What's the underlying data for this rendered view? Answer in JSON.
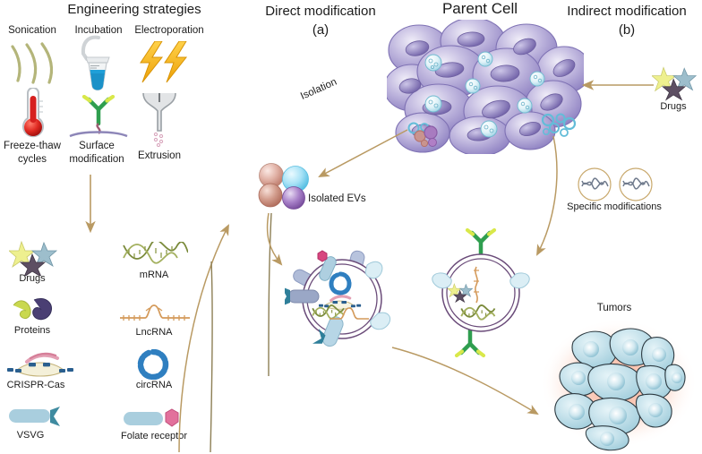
{
  "figure": {
    "title_left": "Engineering  strategies",
    "title_center": "Direct modification",
    "title_center_tag": "(a)",
    "title_parent": "Parent Cell",
    "title_right": "Indirect modification",
    "title_right_tag": "(b)"
  },
  "strategies": [
    {
      "label": "Sonication",
      "icon": "sound-waves-icon"
    },
    {
      "label": "Incubation",
      "icon": "eppendorf-tube-icon"
    },
    {
      "label": "Electroporation",
      "icon": "lightning-bolts-icon"
    },
    {
      "label": "Freeze-thaw\ncycles",
      "line1": "Freeze-thaw",
      "line2": "cycles",
      "icon": "thermometer-icon"
    },
    {
      "label": "Surface\nmodification",
      "line1": "Surface",
      "line2": "modification",
      "icon": "antibody-membrane-icon"
    },
    {
      "label": "Extrusion",
      "icon": "funnel-extruder-icon"
    }
  ],
  "cargo_left": [
    {
      "label": "Drugs",
      "icon": "stars-drugs-icon"
    },
    {
      "label": "Proteins",
      "icon": "protein-blob-icon"
    },
    {
      "label": "CRISPR-Cas",
      "icon": "crispr-cas-icon"
    },
    {
      "label": "VSVG",
      "icon": "vsvg-icon"
    }
  ],
  "cargo_right": [
    {
      "label": "mRNA",
      "icon": "mrna-helix-icon"
    },
    {
      "label": "LncRNA",
      "icon": "lncrna-icon"
    },
    {
      "label": "circRNA",
      "icon": "circrna-icon"
    },
    {
      "label": "Folate receptor",
      "icon": "folate-receptor-icon"
    }
  ],
  "center": {
    "isolation_label": "Isolation",
    "isolated_evs_label": "Isolated EVs"
  },
  "right": {
    "drugs_label": "Drugs",
    "specific_modifications_label": "Specific modifications",
    "tumors_label": "Tumors"
  },
  "colors": {
    "arrow": "#b99a63",
    "parent_cell": "#9f93ce",
    "parent_cell_light": "#cdc6e6",
    "ev_membrane": "#6a4b79",
    "tumor_cell": "#b8dbe6",
    "tumor_glow": "#f6a98f",
    "drug_star_yellow": "#eef08f",
    "drug_star_blue": "#8fb8c9",
    "drug_star_dark": "#5d4f63",
    "ev_pink": "#d9a397",
    "ev_blue": "#8fd7f2",
    "ev_rose": "#c78878",
    "ev_purple": "#8f6bb0",
    "antibody_green": "#2f9e4f",
    "antibody_tip": "#d9e84a",
    "vsvg_body": "#a9cede",
    "vsvg_head": "#3f8ba0",
    "folate_head": "#e2719c",
    "mrna_green": "#7a8a3a",
    "lncrna_orange": "#d49a5a",
    "circrna_blue": "#2f7fc0",
    "bolt": "#f2b11a",
    "thermo_red": "#d6201f",
    "tube_blue": "#1f9fd8"
  }
}
